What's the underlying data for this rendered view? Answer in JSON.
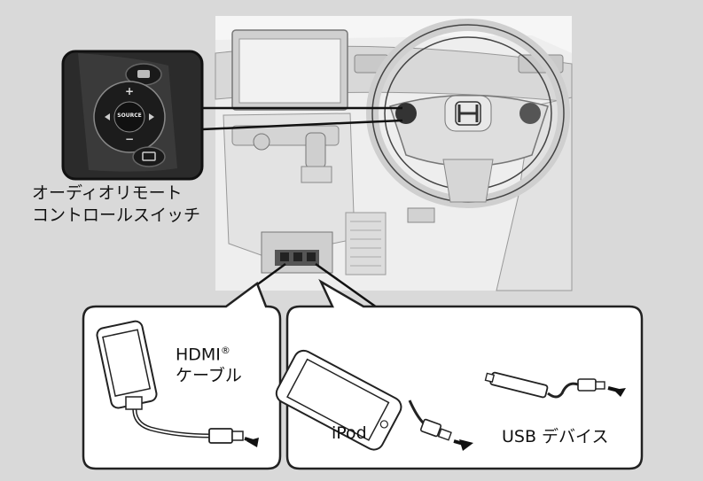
{
  "remote_switch": {
    "label_line1": "オーディオリモート",
    "label_line2": "コントロールスイッチ",
    "button_source": "SOURCE",
    "button_plus": "+",
    "button_minus": "−"
  },
  "left_panel": {
    "cable_label_line1": "HDMI",
    "cable_label_reg": "®",
    "cable_label_line2": "ケーブル"
  },
  "right_panel": {
    "ipod_label": "iPod",
    "usb_label": "USB デバイス"
  },
  "colors": {
    "background": "#d9d9d9",
    "panel": "#ffffff",
    "photo": "#ececec",
    "outline": "#222222",
    "arrow": "#111111"
  }
}
